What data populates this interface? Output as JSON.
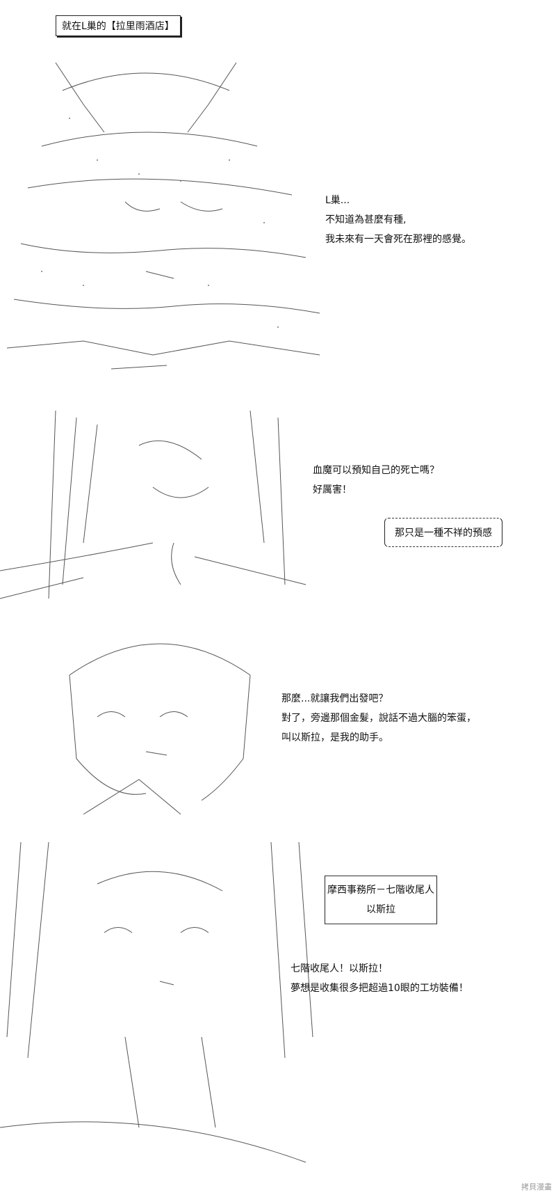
{
  "caption": "就在L巢的【拉里雨酒店】",
  "panel1": {
    "lines": [
      "L巢...",
      "不知道為甚麼有種,",
      "我未來有一天會死在那裡的感覺。"
    ]
  },
  "panel2": {
    "lines": [
      "血魔可以預知自己的死亡嗎？",
      "好厲害！"
    ],
    "speech": "那只是一種不祥的預感"
  },
  "panel3": {
    "lines": [
      "那麼...就讓我們出發吧？",
      "對了，旁邊那個金髮，說話不過大腦的笨蛋，",
      "叫以斯拉，是我的助手。"
    ]
  },
  "panel4": {
    "title_line1": "摩西事務所－七階收尾人",
    "title_line2": "以斯拉",
    "lines": [
      "七階收尾人！以斯拉！",
      "夢想是收集很多把超過10眼的工坊裝備！"
    ]
  },
  "watermark": "拷貝漫畫"
}
